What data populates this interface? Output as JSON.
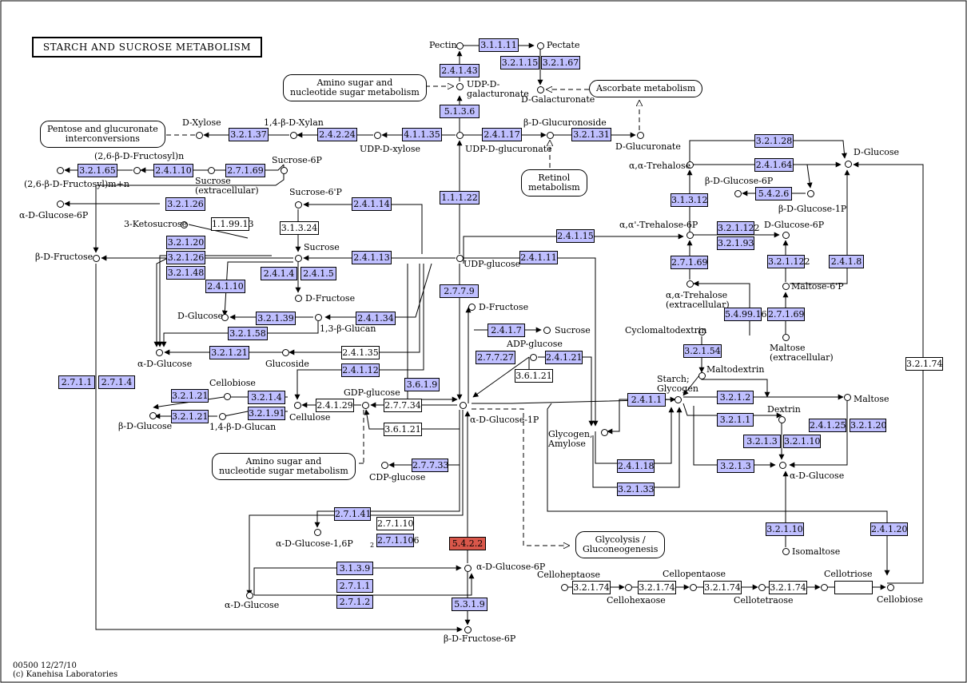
{
  "map": {
    "title": "STARCH AND SUCROSE METABOLISM",
    "footer": {
      "line1": "00500 12/27/10",
      "line2": "(c) Kanehisa Laboratories"
    }
  },
  "pathways": [
    "Amino sugar and\nnucleotide sugar metabolism",
    "Ascorbate metabolism",
    "Pentose and glucuronate\ninterconversions",
    "Retinol\nmetabolism",
    "Amino sugar and\nnucleotide sugar metabolism",
    "Glycolysis /\nGluconeogenesis"
  ],
  "compounds": [
    "Pectin",
    "Pectate",
    "UDP-D-\ngalacturonate",
    "D-Galacturonate",
    "D-Xylose",
    "1,4-β-D-Xylan",
    "UDP-D-xylose",
    "β-D-Glucuronoside",
    "UDP-D-glucuronate",
    "D-Glucuronate",
    "(2,6-β-D-Fructosyl)n",
    "(2,6-β-D-Fructosyl)m+n",
    "Sucrose\n(extracellular)",
    "Sucrose-6P",
    "α-D-Glucose-6P",
    "Sucrose-6'P",
    "3-Ketosucrose",
    "β-D-Fructose",
    "Sucrose",
    "D-Fructose",
    "UDP-glucose",
    "D-Glucose",
    "1,3-β-Glucan",
    "α-D-Glucose",
    "Glucoside",
    "D-Fructose",
    "Sucrose",
    "ADP-glucose",
    "GDP-glucose",
    "Cellulose",
    "Cellobiose",
    "β-D-Glucose",
    "1,4-β-D-Glucan",
    "α-D-Glucose-1P",
    "CDP-glucose",
    "α-D-Glucose-1,6P",
    "α-D-Glucose-6P",
    "α-D-Glucose",
    "β-D-Fructose-6P",
    "D-Glucose",
    "α,α-Trehalose",
    "β-D-Glucose-6P",
    "β-D-Glucose-1P",
    "α,α'-Trehalose-6P",
    "D-Glucose-6P",
    "Maltose-6'P",
    "α,α-Trehalose\n(extracellular)",
    "Maltose\n(extracellular)",
    "Cyclomaltodextrin",
    "Maltodextrin",
    "Starch;\nGlycogen",
    "Maltose",
    "Dextrin",
    "Glycogen,\nAmylose",
    "α-D-Glucose",
    "Isomaltose",
    "Cellobiose",
    "Celloheptaose",
    "Cellohexaose",
    "Cellopentaose",
    "Cellotetraose",
    "Cellotriose"
  ],
  "subscripts": [
    "2"
  ],
  "enzymes": [
    "3.1.1.11",
    "2.4.1.43",
    "3.2.1.15",
    "3.2.1.67",
    "5.1.3.6",
    "3.2.1.37",
    "2.4.2.24",
    "4.1.1.35",
    "2.4.1.17",
    "3.2.1.31",
    "3.2.1.65",
    "2.4.1.10",
    "2.7.1.69",
    "3.2.1.26",
    "2.4.1.14",
    "1.1.99.13",
    "3.1.3.24",
    "3.2.1.20",
    "3.2.1.26",
    "3.2.1.48",
    "2.4.1.13",
    "2.4.1.4",
    "2.4.1.5",
    "2.4.1.10",
    "3.2.1.39",
    "2.4.1.34",
    "3.2.1.58",
    "3.2.1.21",
    "2.4.1.35",
    "2.4.1.12",
    "1.1.1.22",
    "2.7.7.9",
    "2.4.1.7",
    "2.7.7.27",
    "2.4.1.21",
    "3.6.1.21",
    "3.6.1.9",
    "2.7.1.1",
    "2.7.1.4",
    "3.2.1.21",
    "3.2.1.4",
    "3.2.1.91",
    "3.2.1.21",
    "2.4.1.29",
    "2.7.7.34",
    "3.6.1.21",
    "2.7.7.33",
    "2.7.1.41",
    "2.7.1.10",
    "2.7.1.106",
    "5.4.2.2",
    "3.1.3.9",
    "2.7.1.1",
    "2.7.1.2",
    "5.3.1.9",
    "2.4.1.15",
    "2.4.1.11",
    "3.2.1.28",
    "2.4.1.64",
    "3.1.3.12",
    "5.4.2.6",
    "3.2.1.122",
    "3.2.1.93",
    "2.7.1.69",
    "3.2.1.122",
    "2.4.1.8",
    "5.4.99.16",
    "2.7.1.69",
    "3.2.1.54",
    "2.4.1.1",
    "3.2.1.2",
    "3.2.1.1",
    "3.2.1.3",
    "3.2.1.10",
    "2.4.1.25",
    "3.2.1.20",
    "2.4.1.18",
    "3.2.1.33",
    "3.2.1.3",
    "3.2.1.10",
    "2.4.1.20",
    "3.2.1.74",
    "3.2.1.74",
    "3.2.1.74",
    "3.2.1.74",
    "3.2.1.74"
  ]
}
